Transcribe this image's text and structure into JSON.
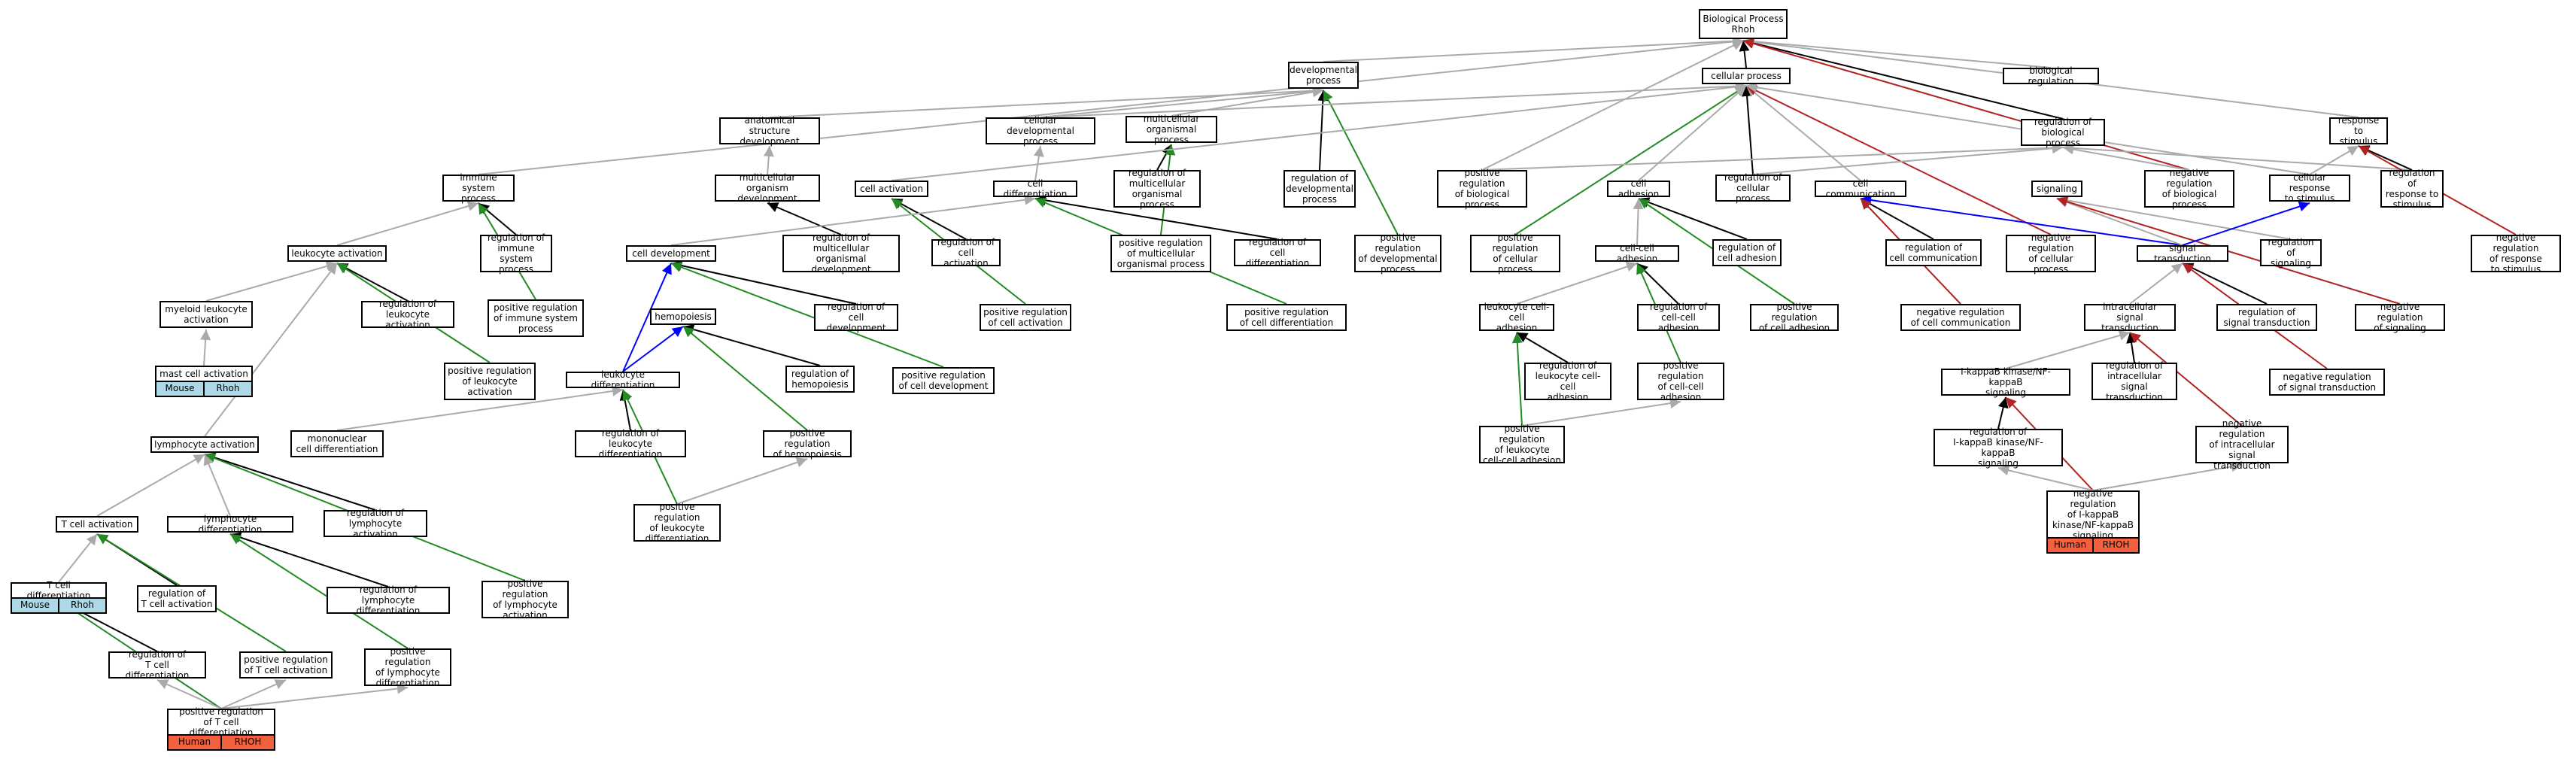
{
  "colors": {
    "is_a": "#000000",
    "part_of": "#aaaaaa",
    "regulates": "#0000ff",
    "positively_regulates": "#228b22",
    "negatively_regulates": "#b22222",
    "mouse_tag": "#add8e6",
    "human_tag": "#f26040"
  },
  "nodes": [
    {
      "id": "bp",
      "label": "Biological Process\nRhoh"
    },
    {
      "id": "biolreg",
      "label": "biological regulation"
    },
    {
      "id": "devproc",
      "label": "developmental\nprocess"
    },
    {
      "id": "cellproc",
      "label": "cellular process"
    },
    {
      "id": "anatdev",
      "label": "anatomical structure\ndevelopment"
    },
    {
      "id": "celldevproc",
      "label": "cellular developmental\nprocess"
    },
    {
      "id": "multiproc",
      "label": "multicellular\norganismal process"
    },
    {
      "id": "regbio",
      "label": "regulation of\nbiological process"
    },
    {
      "id": "respstim",
      "label": "response to\nstimulus"
    },
    {
      "id": "immune",
      "label": "immune system\nprocess"
    },
    {
      "id": "multidev",
      "label": "multicellular\norganism development"
    },
    {
      "id": "cellact",
      "label": "cell activation"
    },
    {
      "id": "celldiff",
      "label": "cell differentiation"
    },
    {
      "id": "regmultiproc",
      "label": "regulation of\nmulticellular\norganismal process"
    },
    {
      "id": "regdev",
      "label": "regulation of\ndevelopmental\nprocess"
    },
    {
      "id": "posregbio",
      "label": "positive regulation\nof biological\nprocess"
    },
    {
      "id": "celladh",
      "label": "cell adhesion"
    },
    {
      "id": "regcellproc",
      "label": "regulation of\ncellular process"
    },
    {
      "id": "cellcomm",
      "label": "cell communication"
    },
    {
      "id": "signaling",
      "label": "signaling"
    },
    {
      "id": "negregbio",
      "label": "negative regulation\nof biological\nprocess"
    },
    {
      "id": "cellresp",
      "label": "cellular response\nto stimulus"
    },
    {
      "id": "regresp",
      "label": "regulation of\nresponse to\nstimulus"
    },
    {
      "id": "leukact",
      "label": "leukocyte activation"
    },
    {
      "id": "regimmune",
      "label": "regulation of\nimmune system\nprocess"
    },
    {
      "id": "celldev",
      "label": "cell development"
    },
    {
      "id": "regmultidev",
      "label": "regulation of\nmulticellular\norganismal development"
    },
    {
      "id": "regcellact",
      "label": "regulation of\ncell activation"
    },
    {
      "id": "posregmulti",
      "label": "positive regulation\nof multicellular\norganismal process"
    },
    {
      "id": "regcelldiff",
      "label": "regulation of\ncell differentiation"
    },
    {
      "id": "posregdev",
      "label": "positive regulation\nof developmental\nprocess"
    },
    {
      "id": "posregcell",
      "label": "positive regulation\nof cellular\nprocess"
    },
    {
      "id": "cellcelladh",
      "label": "cell-cell adhesion"
    },
    {
      "id": "regceladh",
      "label": "regulation of\ncell adhesion"
    },
    {
      "id": "regcellcomm",
      "label": "regulation of\ncell communication"
    },
    {
      "id": "negregcell",
      "label": "negative regulation\nof cellular\nprocess"
    },
    {
      "id": "sigtrans",
      "label": "signal transduction"
    },
    {
      "id": "regsig",
      "label": "regulation of\nsignaling"
    },
    {
      "id": "negregresp",
      "label": "negative regulation\nof response\nto stimulus"
    },
    {
      "id": "myeloid",
      "label": "myeloid leukocyte\nactivation"
    },
    {
      "id": "regleukact",
      "label": "regulation of\nleukocyte activation"
    },
    {
      "id": "posregimmune",
      "label": "positive regulation\nof immune system\nprocess"
    },
    {
      "id": "hemopoiesis",
      "label": "hemopoiesis"
    },
    {
      "id": "regcelldev",
      "label": "regulation of\ncell development"
    },
    {
      "id": "posregcellact",
      "label": "positive regulation\nof cell activation"
    },
    {
      "id": "posregcelldiff",
      "label": "positive regulation\nof cell differentiation"
    },
    {
      "id": "leukcelladh",
      "label": "leukocyte cell-cell\nadhesion"
    },
    {
      "id": "regcellcelladh",
      "label": "regulation of\ncell-cell adhesion"
    },
    {
      "id": "posregceladh",
      "label": "positive regulation\nof cell adhesion"
    },
    {
      "id": "negregcellcomm",
      "label": "negative regulation\nof cell communication"
    },
    {
      "id": "intrasig",
      "label": "intracellular\nsignal transduction"
    },
    {
      "id": "regsigtrans",
      "label": "regulation of\nsignal transduction"
    },
    {
      "id": "negregsig",
      "label": "negative regulation\nof signaling"
    },
    {
      "id": "mastcell",
      "label": "mast cell activation",
      "tags": [
        {
          "name": "Mouse",
          "species": "mouse"
        },
        {
          "name": "Rhoh",
          "species": "mouse"
        }
      ]
    },
    {
      "id": "posregleukact",
      "label": "positive regulation\nof leukocyte\nactivation"
    },
    {
      "id": "leukdiff",
      "label": "leukocyte differentiation"
    },
    {
      "id": "reghemo",
      "label": "regulation of\nhemopoiesis"
    },
    {
      "id": "posregcelldev",
      "label": "positive regulation\nof cell development"
    },
    {
      "id": "regleukcelladh",
      "label": "regulation of\nleukocyte cell-cell\nadhesion"
    },
    {
      "id": "posregcellcelladh",
      "label": "positive regulation\nof cell-cell\nadhesion"
    },
    {
      "id": "ikb",
      "label": "I-kappaB kinase/NF-kappaB\nsignaling"
    },
    {
      "id": "regintrasig",
      "label": "regulation of\nintracellular\nsignal transduction"
    },
    {
      "id": "negregsigtrans",
      "label": "negative regulation\nof signal transduction"
    },
    {
      "id": "lymphact",
      "label": "lymphocyte activation"
    },
    {
      "id": "mononuc",
      "label": "mononuclear\ncell differentiation"
    },
    {
      "id": "regleukdiff",
      "label": "regulation of\nleukocyte differentiation"
    },
    {
      "id": "posreghemo",
      "label": "positive regulation\nof hemopoiesis"
    },
    {
      "id": "posregleukcelladh",
      "label": "positive regulation\nof leukocyte\ncell-cell adhesion"
    },
    {
      "id": "regikb",
      "label": "regulation of\nI-kappaB kinase/NF-kappaB\nsignaling"
    },
    {
      "id": "negregintrasig",
      "label": "negative regulation\nof intracellular\nsignal transduction"
    },
    {
      "id": "tcellact",
      "label": "T cell activation"
    },
    {
      "id": "lymphdiff",
      "label": "lymphocyte differentiation"
    },
    {
      "id": "reglymphact",
      "label": "regulation of\nlymphocyte activation"
    },
    {
      "id": "posregleukdiff",
      "label": "positive regulation\nof leukocyte\ndifferentiation"
    },
    {
      "id": "negregikb",
      "label": "negative regulation\nof I-kappaB\nkinase/NF-kappaB\nsignaling",
      "tags": [
        {
          "name": "Human",
          "species": "human"
        },
        {
          "name": "RHOH",
          "species": "human"
        }
      ]
    },
    {
      "id": "tcelldiff",
      "label": "T cell differentiation",
      "tags": [
        {
          "name": "Mouse",
          "species": "mouse"
        },
        {
          "name": "Rhoh",
          "species": "mouse"
        }
      ]
    },
    {
      "id": "regtcellact",
      "label": "regulation of\nT cell activation"
    },
    {
      "id": "reglymphdiff",
      "label": "regulation of\nlymphocyte differentiation"
    },
    {
      "id": "posreglymphact",
      "label": "positive regulation\nof lymphocyte\nactivation"
    },
    {
      "id": "regtcelldiff",
      "label": "regulation of\nT cell differentiation"
    },
    {
      "id": "posregtcellact",
      "label": "positive regulation\nof T cell activation"
    },
    {
      "id": "posreglymphdiff",
      "label": "positive regulation\nof lymphocyte\ndifferentiation"
    },
    {
      "id": "posregtcelldiff",
      "label": "positive regulation\nof T cell differentiation",
      "tags": [
        {
          "name": "Human",
          "species": "human"
        },
        {
          "name": "RHOH",
          "species": "human"
        }
      ]
    }
  ],
  "edges": [
    {
      "from": "biolreg",
      "to": "bp",
      "type": "part_of"
    },
    {
      "from": "devproc",
      "to": "bp",
      "type": "part_of"
    },
    {
      "from": "cellproc",
      "to": "bp",
      "type": "is_a"
    },
    {
      "from": "regbio",
      "to": "bp",
      "type": "is_a"
    },
    {
      "from": "respstim",
      "to": "bp",
      "type": "part_of"
    },
    {
      "from": "negregbio",
      "to": "bp",
      "type": "negatively_regulates"
    },
    {
      "from": "posregbio",
      "to": "bp",
      "type": "part_of"
    },
    {
      "from": "immune",
      "to": "bp",
      "type": "part_of"
    },
    {
      "from": "anatdev",
      "to": "devproc",
      "type": "part_of"
    },
    {
      "from": "celldevproc",
      "to": "devproc",
      "type": "part_of"
    },
    {
      "from": "multiproc",
      "to": "devproc",
      "type": "part_of"
    },
    {
      "from": "regdev",
      "to": "devproc",
      "type": "is_a"
    },
    {
      "from": "posregdev",
      "to": "devproc",
      "type": "positively_regulates"
    },
    {
      "from": "celldevproc",
      "to": "cellproc",
      "type": "part_of"
    },
    {
      "from": "regcellproc",
      "to": "cellproc",
      "type": "is_a"
    },
    {
      "from": "cellcomm",
      "to": "cellproc",
      "type": "part_of"
    },
    {
      "from": "posregcell",
      "to": "cellproc",
      "type": "positively_regulates"
    },
    {
      "from": "negregcell",
      "to": "cellproc",
      "type": "negatively_regulates"
    },
    {
      "from": "celladh",
      "to": "cellproc",
      "type": "part_of"
    },
    {
      "from": "cellresp",
      "to": "cellproc",
      "type": "part_of"
    },
    {
      "from": "posregbio",
      "to": "regbio",
      "type": "part_of"
    },
    {
      "from": "negregbio",
      "to": "regbio",
      "type": "part_of"
    },
    {
      "from": "regcellproc",
      "to": "regbio",
      "type": "part_of"
    },
    {
      "from": "regresp",
      "to": "regbio",
      "type": "part_of"
    },
    {
      "from": "cellresp",
      "to": "respstim",
      "type": "part_of"
    },
    {
      "from": "regresp",
      "to": "respstim",
      "type": "is_a"
    },
    {
      "from": "negregresp",
      "to": "respstim",
      "type": "negatively_regulates"
    },
    {
      "from": "multidev",
      "to": "anatdev",
      "type": "part_of"
    },
    {
      "from": "regmultiproc",
      "to": "multiproc",
      "type": "is_a"
    },
    {
      "from": "posregmulti",
      "to": "multiproc",
      "type": "positively_regulates"
    },
    {
      "from": "celldiff",
      "to": "celldevproc",
      "type": "part_of"
    },
    {
      "from": "regmultidev",
      "to": "multidev",
      "type": "is_a"
    },
    {
      "from": "cellact",
      "to": "cellproc",
      "type": "part_of"
    },
    {
      "from": "leukact",
      "to": "immune",
      "type": "part_of"
    },
    {
      "from": "regimmune",
      "to": "immune",
      "type": "is_a"
    },
    {
      "from": "posregimmune",
      "to": "immune",
      "type": "positively_regulates"
    },
    {
      "from": "regcellact",
      "to": "cellact",
      "type": "is_a"
    },
    {
      "from": "posregcellact",
      "to": "cellact",
      "type": "positively_regulates"
    },
    {
      "from": "regcelldiff",
      "to": "celldiff",
      "type": "is_a"
    },
    {
      "from": "posregcelldiff",
      "to": "celldiff",
      "type": "positively_regulates"
    },
    {
      "from": "celldev",
      "to": "celldiff",
      "type": "part_of"
    },
    {
      "from": "regcelldev",
      "to": "celldev",
      "type": "is_a"
    },
    {
      "from": "posregcelldev",
      "to": "celldev",
      "type": "positively_regulates"
    },
    {
      "from": "leukdiff",
      "to": "celldev",
      "type": "regulates"
    },
    {
      "from": "regceladh",
      "to": "celladh",
      "type": "is_a"
    },
    {
      "from": "posregceladh",
      "to": "celladh",
      "type": "positively_regulates"
    },
    {
      "from": "cellcelladh",
      "to": "celladh",
      "type": "part_of"
    },
    {
      "from": "regcellcomm",
      "to": "cellcomm",
      "type": "is_a"
    },
    {
      "from": "sigtrans",
      "to": "cellcomm",
      "type": "regulates"
    },
    {
      "from": "negregcellcomm",
      "to": "cellcomm",
      "type": "negatively_regulates"
    },
    {
      "from": "sigtrans",
      "to": "signaling",
      "type": "part_of"
    },
    {
      "from": "regsig",
      "to": "signaling",
      "type": "part_of"
    },
    {
      "from": "negregsig",
      "to": "signaling",
      "type": "negatively_regulates"
    },
    {
      "from": "sigtrans",
      "to": "cellresp",
      "type": "regulates"
    },
    {
      "from": "regsigtrans",
      "to": "sigtrans",
      "type": "is_a"
    },
    {
      "from": "negregsigtrans",
      "to": "sigtrans",
      "type": "negatively_regulates"
    },
    {
      "from": "intrasig",
      "to": "sigtrans",
      "type": "part_of"
    },
    {
      "from": "regleukact",
      "to": "leukact",
      "type": "is_a"
    },
    {
      "from": "posregleukact",
      "to": "leukact",
      "type": "positively_regulates"
    },
    {
      "from": "myeloid",
      "to": "leukact",
      "type": "part_of"
    },
    {
      "from": "mastcell",
      "to": "myeloid",
      "type": "part_of"
    },
    {
      "from": "lymphact",
      "to": "leukact",
      "type": "part_of"
    },
    {
      "from": "regleukdiff",
      "to": "leukdiff",
      "type": "is_a"
    },
    {
      "from": "posregleukdiff",
      "to": "leukdiff",
      "type": "positively_regulates"
    },
    {
      "from": "leukdiff",
      "to": "hemopoiesis",
      "type": "regulates"
    },
    {
      "from": "reghemo",
      "to": "hemopoiesis",
      "type": "is_a"
    },
    {
      "from": "posreghemo",
      "to": "hemopoiesis",
      "type": "positively_regulates"
    },
    {
      "from": "leukcelladh",
      "to": "cellcelladh",
      "type": "part_of"
    },
    {
      "from": "regcellcelladh",
      "to": "cellcelladh",
      "type": "is_a"
    },
    {
      "from": "posregcellcelladh",
      "to": "cellcelladh",
      "type": "positively_regulates"
    },
    {
      "from": "regleukcelladh",
      "to": "leukcelladh",
      "type": "is_a"
    },
    {
      "from": "posregleukcelladh",
      "to": "leukcelladh",
      "type": "positively_regulates"
    },
    {
      "from": "regintrasig",
      "to": "intrasig",
      "type": "is_a"
    },
    {
      "from": "negregintrasig",
      "to": "intrasig",
      "type": "negatively_regulates"
    },
    {
      "from": "ikb",
      "to": "intrasig",
      "type": "part_of"
    },
    {
      "from": "regikb",
      "to": "ikb",
      "type": "is_a"
    },
    {
      "from": "negregikb",
      "to": "ikb",
      "type": "negatively_regulates"
    },
    {
      "from": "negregikb",
      "to": "regikb",
      "type": "part_of"
    },
    {
      "from": "negregikb",
      "to": "negregintrasig",
      "type": "part_of"
    },
    {
      "from": "tcellact",
      "to": "lymphact",
      "type": "part_of"
    },
    {
      "from": "reglymphact",
      "to": "lymphact",
      "type": "is_a"
    },
    {
      "from": "posreglymphact",
      "to": "lymphact",
      "type": "positively_regulates"
    },
    {
      "from": "lymphdiff",
      "to": "lymphact",
      "type": "part_of"
    },
    {
      "from": "mononuc",
      "to": "leukdiff",
      "type": "part_of"
    },
    {
      "from": "regtcellact",
      "to": "tcellact",
      "type": "is_a"
    },
    {
      "from": "posregtcellact",
      "to": "tcellact",
      "type": "positively_regulates"
    },
    {
      "from": "tcelldiff",
      "to": "tcellact",
      "type": "part_of"
    },
    {
      "from": "reglymphdiff",
      "to": "lymphdiff",
      "type": "is_a"
    },
    {
      "from": "posreglymphdiff",
      "to": "lymphdiff",
      "type": "positively_regulates"
    },
    {
      "from": "regtcelldiff",
      "to": "tcelldiff",
      "type": "is_a"
    },
    {
      "from": "posregtcelldiff",
      "to": "tcelldiff",
      "type": "positively_regulates"
    },
    {
      "from": "posregtcelldiff",
      "to": "regtcelldiff",
      "type": "part_of"
    },
    {
      "from": "posregtcelldiff",
      "to": "posregtcellact",
      "type": "part_of"
    },
    {
      "from": "posregtcelldiff",
      "to": "posreglymphdiff",
      "type": "part_of"
    },
    {
      "from": "posregleukcelladh",
      "to": "posregcellcelladh",
      "type": "part_of"
    },
    {
      "from": "posregleukdiff",
      "to": "posreghemo",
      "type": "part_of"
    }
  ]
}
